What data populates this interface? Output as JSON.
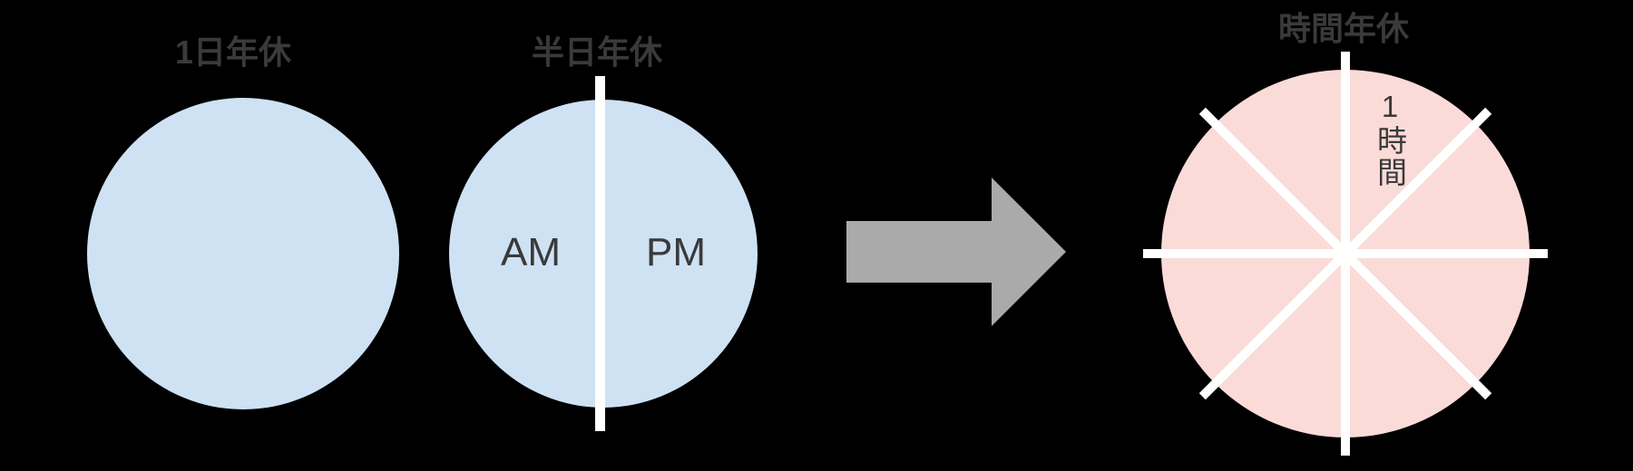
{
  "background_color": "#000000",
  "text_color": "#3A3A3A",
  "full_day": {
    "title": "1日年休",
    "circle_color": "#CEE2F4"
  },
  "half_day": {
    "title": "半日年休",
    "circle_color": "#CEE2F4",
    "am_label": "AM",
    "pm_label": "PM",
    "divider_color": "#FFFFFF"
  },
  "arrow": {
    "direction": "right",
    "color": "#AAAAAA"
  },
  "hourly": {
    "title": "時間年休",
    "circle_color": "#FADBD8",
    "unit_label": "1時間",
    "slice_count": 8,
    "line_color": "#FFFFFF"
  }
}
